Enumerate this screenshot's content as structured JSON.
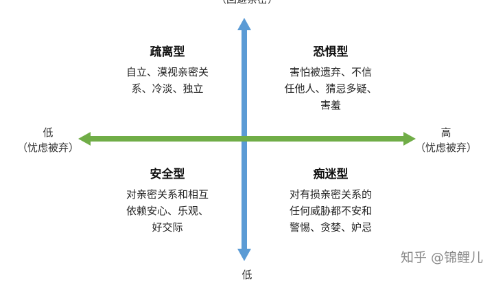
{
  "axes": {
    "vertical": {
      "top_label": "（回避亲密）",
      "bottom_label": "低",
      "color": "#5b9bd5"
    },
    "horizontal": {
      "left_label": "低",
      "left_sub": "（忧虑被弃）",
      "right_label": "高",
      "right_sub": "（忧虑被弃）",
      "color": "#70ad47"
    }
  },
  "quadrants": {
    "top_left": {
      "title": "疏离型",
      "lines": [
        "自立、漠视亲密关",
        "系、冷淡、独立"
      ]
    },
    "top_right": {
      "title": "恐惧型",
      "lines": [
        "害怕被遗弃、不信",
        "任他人、猜忌多疑、",
        "害羞"
      ]
    },
    "bottom_left": {
      "title": "安全型",
      "lines": [
        "对亲密关系和相互",
        "依赖安心、乐观、",
        "好交际"
      ]
    },
    "bottom_right": {
      "title": "痴迷型",
      "lines": [
        "对有损亲密关系的",
        "任何威胁都不安和",
        "警惕、贪婪、妒忌"
      ]
    }
  },
  "watermark": "知乎 @锦鲤儿"
}
